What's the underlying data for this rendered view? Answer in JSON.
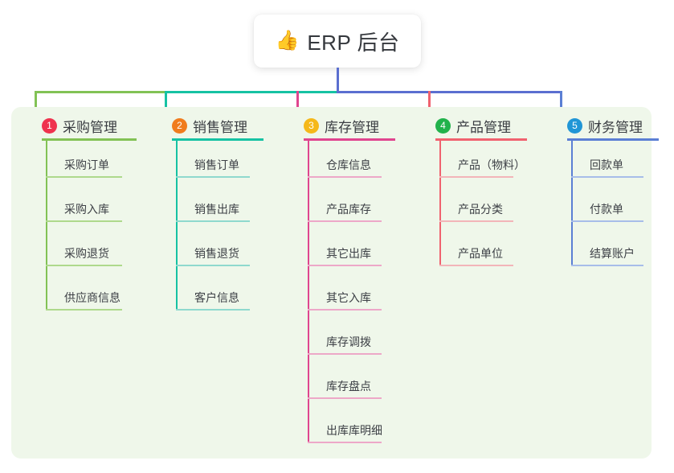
{
  "root": {
    "emoji": "👍",
    "emoji_name": "thumbs-up-emoji",
    "label": "ERP 后台"
  },
  "colors": {
    "panel_background": "#eff7ea",
    "root_connector": "#5b6fd0",
    "bus_green": "#82c255",
    "bus_teal": "#16c2a3",
    "bus_blue": "#5b6fd0"
  },
  "columns": [
    {
      "number": "1",
      "title": "采购管理",
      "badge_color": "#ef334e",
      "accent": "#82c255",
      "accent_light": "#aed98c",
      "items": [
        {
          "label": "采购订单"
        },
        {
          "label": "采购入库"
        },
        {
          "label": "采购退货"
        },
        {
          "label": "供应商信息"
        }
      ]
    },
    {
      "number": "2",
      "title": "销售管理",
      "badge_color": "#f07c1e",
      "accent": "#16c2a3",
      "accent_light": "#8fd9ce",
      "items": [
        {
          "label": "销售订单"
        },
        {
          "label": "销售出库"
        },
        {
          "label": "销售退货"
        },
        {
          "label": "客户信息"
        }
      ]
    },
    {
      "number": "3",
      "title": "库存管理",
      "badge_color": "#f5b81a",
      "accent": "#e0458f",
      "accent_light": "#eda8c8",
      "items": [
        {
          "label": "仓库信息"
        },
        {
          "label": "产品库存"
        },
        {
          "label": "其它出库"
        },
        {
          "label": "其它入库"
        },
        {
          "label": "库存调拨"
        },
        {
          "label": "库存盘点"
        },
        {
          "label": "出库库明细"
        }
      ]
    },
    {
      "number": "4",
      "title": "产品管理",
      "badge_color": "#21b24b",
      "accent": "#f0626f",
      "accent_light": "#f3b5b9",
      "items": [
        {
          "label": "产品（物料）"
        },
        {
          "label": "产品分类"
        },
        {
          "label": "产品单位"
        }
      ]
    },
    {
      "number": "5",
      "title": "财务管理",
      "badge_color": "#2196d6",
      "accent": "#5b7fd4",
      "accent_light": "#a7bde9",
      "items": [
        {
          "label": "回款单"
        },
        {
          "label": "付款单"
        },
        {
          "label": "结算账户"
        }
      ]
    }
  ]
}
